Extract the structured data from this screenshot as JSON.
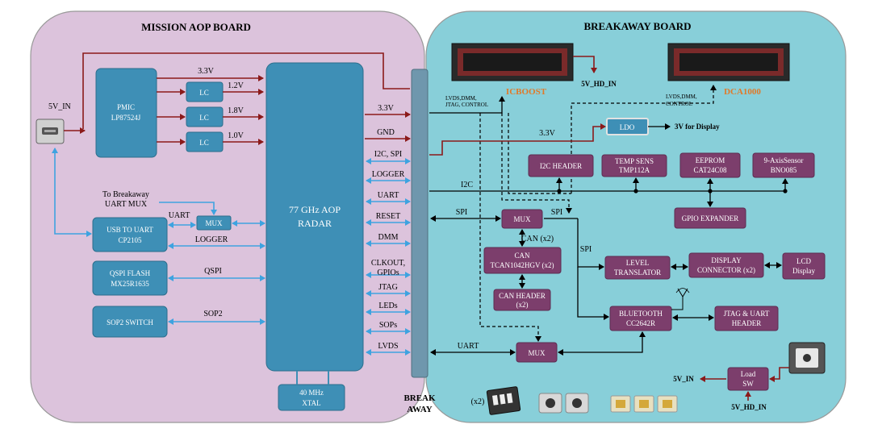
{
  "boards": {
    "mission_title": "MISSION AOP BOARD",
    "breakaway_title": "BREAKAWAY BOARD",
    "breakaway_label_1": "BREAK",
    "breakaway_label_2": "AWAY"
  },
  "mission": {
    "pmic_1": "PMIC",
    "pmic_2": "LP87524J",
    "lc": "LC",
    "usb_uart_1": "USB TO UART",
    "usb_uart_2": "CP2105",
    "qspi_flash_1": "QSPI FLASH",
    "qspi_flash_2": "MX25R1635",
    "sop2_switch": "SOP2 SWITCH",
    "radar_1": "77 GHz AOP",
    "radar_2": "RADAR",
    "xtal_1": "40 MHz",
    "xtal_2": "XTAL",
    "mux": "MUX",
    "v5_in": "5V_IN",
    "v33": "3.3V",
    "v12": "1.2V",
    "v18": "1.8V",
    "v10": "1.0V",
    "to_breakaway_1": "To Breakaway",
    "to_breakaway_2": "UART MUX",
    "uart": "UART",
    "logger": "LOGGER",
    "qspi": "QSPI",
    "sop2": "SOP2"
  },
  "signals": {
    "s_33": "3.3V",
    "s_gnd": "GND",
    "s_i2c_spi": "I2C, SPI",
    "s_logger": "LOGGER",
    "s_uart": "UART",
    "s_reset": "RESET",
    "s_dmm": "DMM",
    "s_clkout": "CLKOUT,",
    "s_gpios": "GPIOs",
    "s_jtag": "JTAG",
    "s_leds": "LEDs",
    "s_sops": "SOPs",
    "s_lvds": "LVDS"
  },
  "breakaway": {
    "icboost": "ICBOOST",
    "dca1000": "DCA1000",
    "lvds_1": "LVDS,DMM,",
    "lvds_2": "JTAG, CONTROL",
    "lvds2_1": "LVDS,DMM,",
    "lvds2_2": "CONTROL",
    "v5_hd_in": "5V_HD_IN",
    "v33": "3.3V",
    "ldo": "LDO",
    "display_3v": "3V for Display",
    "i2c_header": "I2C HEADER",
    "temp_1": "TEMP SENS",
    "temp_2": "TMP112A",
    "eeprom_1": "EEPROM",
    "eeprom_2": "CAT24C08",
    "axis_1": "9-AxisSensor",
    "axis_2": "BNO085",
    "i2c": "I2C",
    "gpio_exp": "GPIO EXPANDER",
    "mux": "MUX",
    "spi": "SPI",
    "spi_2": "SPI",
    "spi_3": "SPI",
    "can_x2": "CAN (x2)",
    "can_1": "CAN",
    "can_2": "TCAN1042HGV (x2)",
    "canh_1": "CAN HEADER",
    "canh_2": "(x2)",
    "level_1": "LEVEL",
    "level_2": "TRANSLATOR",
    "dispcon_1": "DISPLAY",
    "dispcon_2": "CONNECTOR (x2)",
    "lcd_1": "LCD",
    "lcd_2": "Display",
    "bt_1": "BLUETOOTH",
    "bt_2": "CC2642R",
    "jtag_1": "JTAG & UART",
    "jtag_2": "HEADER",
    "uart": "UART",
    "mux2": "MUX",
    "load_1": "Load",
    "load_2": "SW",
    "v5_in": "5V_IN",
    "v5_hd_in_2": "5V_HD_IN",
    "x2": "(x2)"
  }
}
